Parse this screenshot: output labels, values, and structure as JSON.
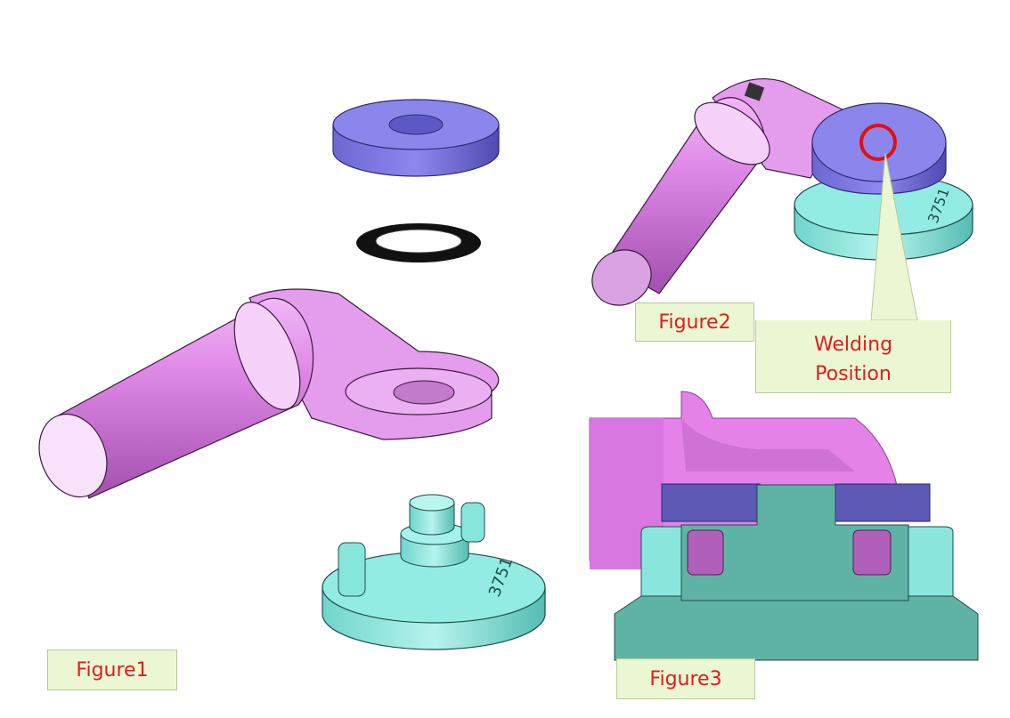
{
  "labels": {
    "figure1": "Figure1",
    "figure2": "Figure2",
    "figure3": "Figure3",
    "welding_line1": "Welding",
    "welding_line2": "Position"
  },
  "embossed_text": "3751",
  "colors": {
    "magenta_part": "#dd88e8",
    "magenta_dark": "#9a4aa4",
    "blue_washer": "#7c78e6",
    "black_ring": "#111111",
    "cyan_base": "#7fe6dc",
    "teal_section": "#5fb3a5",
    "weld_marker": "#e01010",
    "label_bg": "#ebf7d3",
    "label_text": "#e21c1c"
  },
  "icons": [
    "pin-arm-part",
    "washer-part",
    "seal-ring-part",
    "base-nut-part",
    "weld-marker"
  ]
}
